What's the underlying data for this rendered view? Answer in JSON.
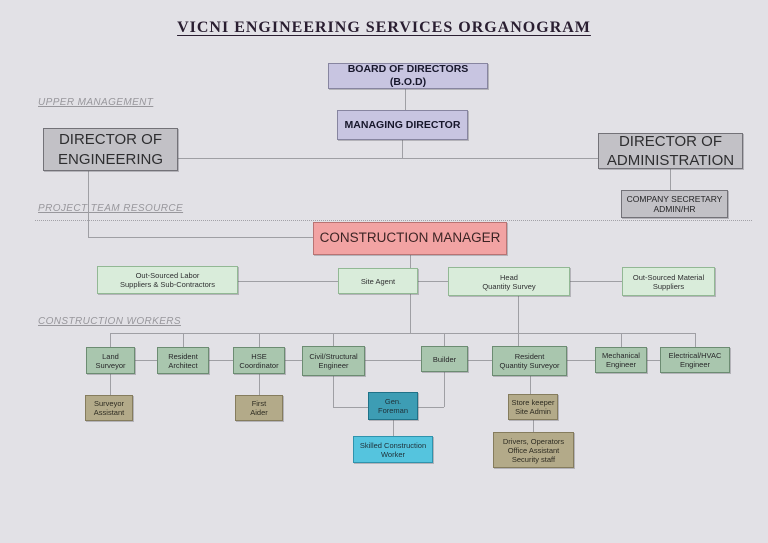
{
  "title": "VICNI ENGINEERING SERVICES ORGANOGRAM",
  "section_labels": {
    "upper_management": "UPPER MANAGEMENT",
    "project_team_resource": "PROJECT TEAM RESOURCE",
    "construction_workers": "CONSTRUCTION WORKERS"
  },
  "nodes": {
    "board_of_directors": "BOARD OF DIRECTORS (B.O.D)",
    "managing_director": "MANAGING DIRECTOR",
    "director_engineering": "DIRECTOR OF\nENGINEERING",
    "director_administration": "DIRECTOR OF\nADMINISTRATION",
    "company_secretary": "COMPANY SECRETARY\nADMIN/HR",
    "construction_manager": "CONSTRUCTION MANAGER",
    "outsourced_labor": "Out-Sourced Labor\nSuppliers & Sub-Contractors",
    "site_agent": "Site Agent",
    "head_quantity_survey": "Head\nQuantity Survey",
    "outsourced_material": "Out-Sourced Material\nSuppliers",
    "land_surveyor": "Land\nSurveyor",
    "resident_architect": "Resident\nArchitect",
    "hse_coordinator": "HSE\nCoordinator",
    "civil_structural_engineer": "Civil/Structural\nEngineer",
    "builder": "Builder",
    "resident_quantity_surveyor": "Resident\nQuantity Surveyor",
    "mechanical_engineer": "Mechanical\nEngineer",
    "electrical_hvac_engineer": "Electrical/HVAC\nEngineer",
    "surveyor_assistant": "Surveyor\nAssistant",
    "first_aider": "First\nAider",
    "gen_foreman": "Gen.\nForeman",
    "store_keeper": "Store keeper\nSite Admin",
    "skilled_construction_worker": "Skilled Construction\nWorker",
    "drivers_operators": "Drivers, Operators\nOffice Assistant\nSecurity staff"
  },
  "colors": {
    "background": "#e2e1e6",
    "lavender_box": "#c8c5e1",
    "gray_box": "#c2c1c6",
    "pink_box": "#f2a3a3",
    "light_green_box": "#d9ecda",
    "sage_green_box": "#a9c6ae",
    "tan_box": "#b3aa89",
    "teal_box": "#3d9db4",
    "cyan_box": "#55c4de",
    "connector_line": "#9f9fa4",
    "title_text": "#2a1e31",
    "section_label_text": "#98979c"
  }
}
